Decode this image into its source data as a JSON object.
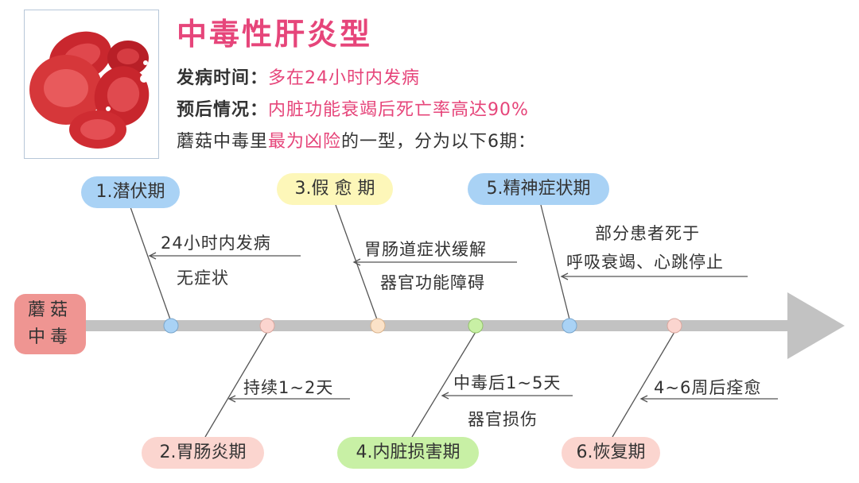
{
  "header": {
    "title": "中毒性肝炎型",
    "onset_label": "发病时间：",
    "onset_value": "多在24小时内发病",
    "prognosis_label": "预后情况：",
    "prognosis_value": "内脏功能衰竭后死亡率高达90%",
    "summary_prefix": "蘑菇中毒里",
    "summary_highlight": "最为凶险",
    "summary_suffix": "的一型，分为以下6期："
  },
  "start": {
    "line1": "蘑菇",
    "line2": "中毒"
  },
  "stages": [
    {
      "label": "1.潜伏期",
      "desc1": "24小时内发病",
      "desc2": "无症状",
      "color": "#a9d2f5"
    },
    {
      "label": "2.胃肠炎期",
      "desc1": "持续1~2天",
      "desc2": "",
      "color": "#fbd5cf"
    },
    {
      "label": "3.假 愈 期",
      "desc1": "胃肠道症状缓解",
      "desc2": "器官功能障碍",
      "color": "#fdf7b9"
    },
    {
      "label": "4.内脏损害期",
      "desc1": "中毒后1~5天",
      "desc2": "器官损伤",
      "color": "#c8f0a5"
    },
    {
      "label": "5.精神症状期",
      "desc1": "部分患者死于",
      "desc2": "呼吸衰竭、心跳停止",
      "color": "#a9d2f5"
    },
    {
      "label": "6.恢复期",
      "desc1": "4~6周后痊愈",
      "desc2": "",
      "color": "#fbd5cf"
    }
  ],
  "colors": {
    "title": "#e6457a",
    "axis": "#c2c2c2",
    "pointer": "#555555"
  }
}
